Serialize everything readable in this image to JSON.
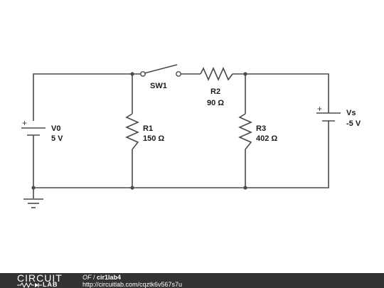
{
  "components": {
    "v0": {
      "name": "V0",
      "value": "5 V"
    },
    "r1": {
      "name": "R1",
      "value": "150 Ω"
    },
    "sw1": {
      "name": "SW1"
    },
    "r2": {
      "name": "R2",
      "value": "90 Ω"
    },
    "r3": {
      "name": "R3",
      "value": "402 Ω"
    },
    "vs": {
      "name": "Vs",
      "value": "-5 V"
    }
  },
  "footer": {
    "brand_top": "CIRCUIT",
    "brand_bottom": "LAB",
    "owner": "OF",
    "separator": " / ",
    "title": "cir1lab4",
    "url": "http://circuitlab.com/cqztk6v567s7u"
  }
}
